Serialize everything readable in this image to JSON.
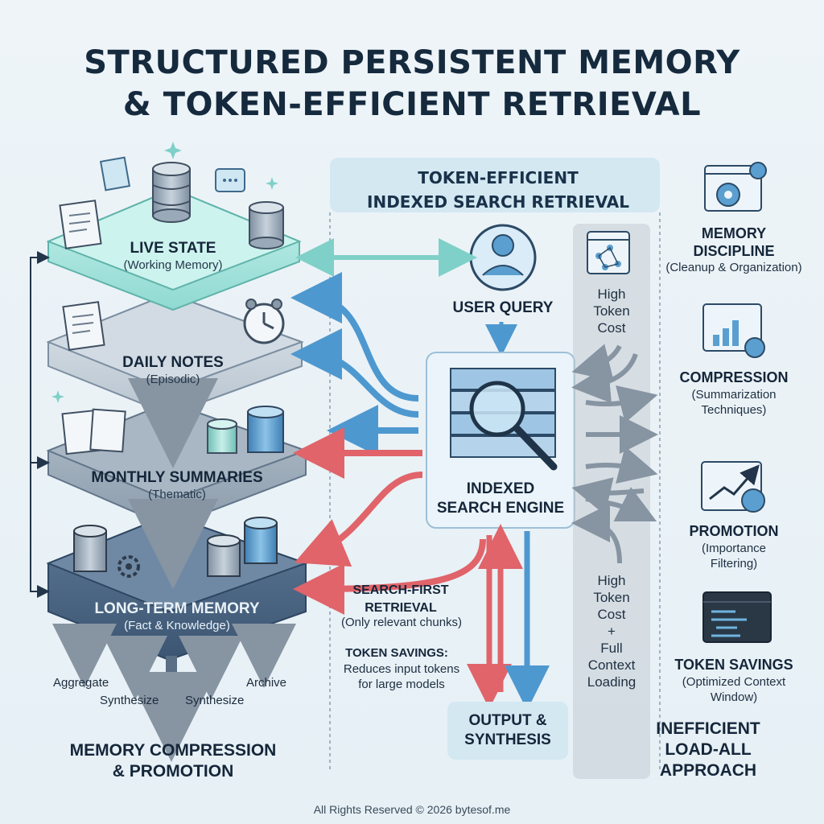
{
  "title_line1": "STRUCTURED PERSISTENT MEMORY",
  "title_line2": "& TOKEN-EFFICIENT RETRIEVAL",
  "layers": [
    {
      "name": "LIVE STATE",
      "sub": "(Working Memory)"
    },
    {
      "name": "DAILY NOTES",
      "sub": "(Episodic)"
    },
    {
      "name": "MONTHLY SUMMARIES",
      "sub": "(Thematic)"
    },
    {
      "name": "LONG-TERM MEMORY",
      "sub": "(Fact & Knowledge)"
    }
  ],
  "bottom_ops": [
    "Aggregate",
    "Synthesize",
    "Synthesize",
    "Archive"
  ],
  "memory_compression_line1": "MEMORY COMPRESSION",
  "memory_compression_line2": "& PROMOTION",
  "center": {
    "panel_title_line1": "TOKEN-EFFICIENT",
    "panel_title_line2": "INDEXED SEARCH RETRIEVAL",
    "user_query": "USER QUERY",
    "engine_line1": "INDEXED",
    "engine_line2": "SEARCH ENGINE",
    "search_first_line1": "SEARCH-FIRST",
    "search_first_line2": "RETRIEVAL",
    "search_first_sub": "(Only relevant chunks)",
    "token_savings_label": "TOKEN SAVINGS:",
    "token_savings_line1": "Reduces input tokens",
    "token_savings_line2": "for large models",
    "output_line1": "OUTPUT &",
    "output_line2": "SYNTHESIS"
  },
  "cost_column": {
    "top": [
      "High",
      "Token",
      "Cost"
    ],
    "bottom": [
      "High",
      "Token",
      "Cost",
      "+",
      "Full",
      "Context",
      "Loading"
    ]
  },
  "inefficient": [
    "INEFFICIENT",
    "LOAD-ALL",
    "APPROACH"
  ],
  "side_items": [
    {
      "title_lines": [
        "MEMORY",
        "DISCIPLINE"
      ],
      "sub_lines": [
        "(Cleanup & Organization)"
      ],
      "icon": "gear-window-icon"
    },
    {
      "title_lines": [
        "COMPRESSION"
      ],
      "sub_lines": [
        "(Summarization",
        "Techniques)"
      ],
      "icon": "bar-chart-gear-icon"
    },
    {
      "title_lines": [
        "PROMOTION"
      ],
      "sub_lines": [
        "(Importance",
        "Filtering)"
      ],
      "icon": "trend-chart-gear-icon"
    },
    {
      "title_lines": [
        "TOKEN SAVINGS"
      ],
      "sub_lines": [
        "(Optimized Context",
        "Window)"
      ],
      "icon": "code-window-icon"
    }
  ],
  "footer": "All Rights Reserved © 2026 bytesof.me",
  "colors": {
    "blue_arrow": "#4e98d0",
    "red_arrow": "#e0646a",
    "teal_arrow": "#7fd0c8",
    "gray_arrow": "#8794a2"
  }
}
